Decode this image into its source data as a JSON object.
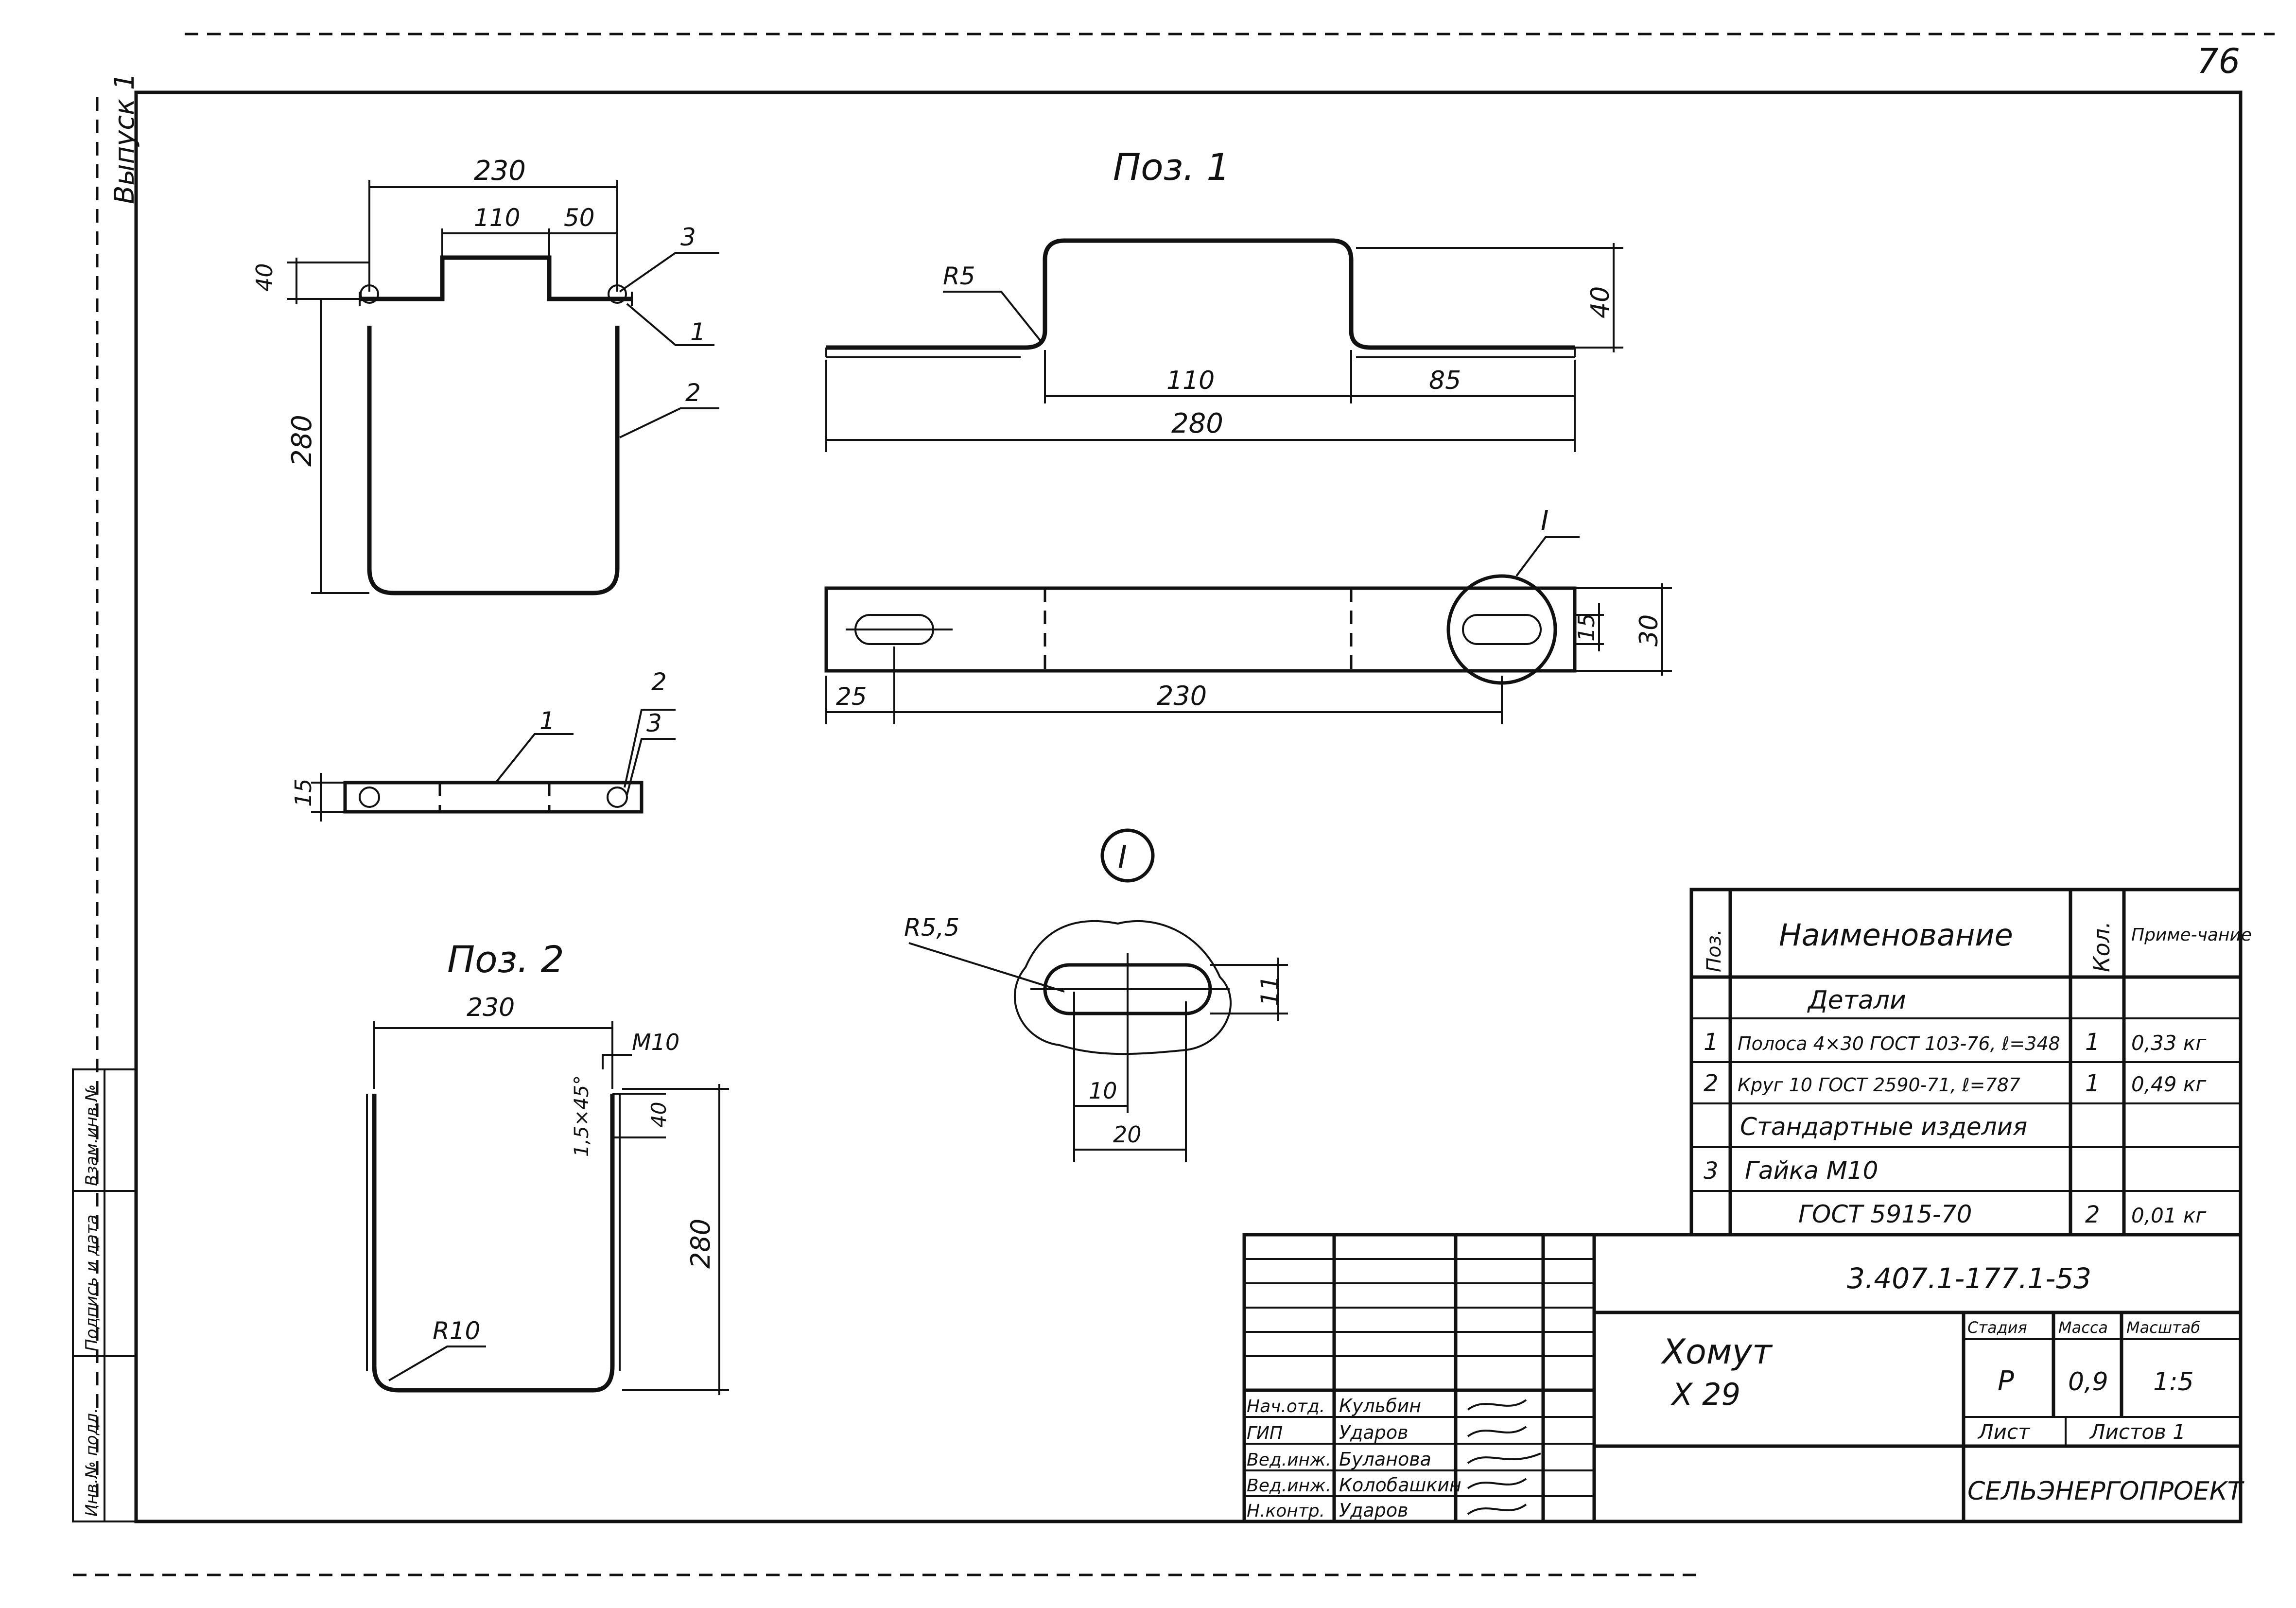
{
  "sheet_number": "76",
  "side_label": "Выпуск 1",
  "side_stamp": [
    "Инв.№ подл.",
    "Подпись и дата",
    "Взам.инв.№"
  ],
  "views": {
    "top_view": {
      "dims": [
        "230",
        "110",
        "50",
        "40",
        "280"
      ],
      "callouts": [
        "3",
        "1",
        "2"
      ]
    },
    "pos1": {
      "title": "Поз. 1",
      "dims": [
        "R5",
        "40",
        "110",
        "85",
        "280",
        "15",
        "30",
        "25",
        "230"
      ],
      "callout_detail": "I"
    },
    "side_view": {
      "dims": [
        "15"
      ],
      "callouts": [
        "1",
        "2",
        "3"
      ]
    },
    "pos2": {
      "title": "Поз. 2",
      "dims": [
        "230",
        "M10",
        "1,5×45°",
        "40",
        "280",
        "R10"
      ]
    },
    "detail": {
      "label": "I",
      "dims": [
        "R5,5",
        "11",
        "10",
        "20"
      ]
    }
  },
  "spec": {
    "headers": [
      "Поз.",
      "Наименование",
      "Кол.",
      "Приме-чание"
    ],
    "section_parts": "Детали",
    "rows": [
      {
        "pos": "1",
        "name": "Полоса 4×30 ГОСТ 103-76, ℓ=348",
        "qty": "1",
        "note": "0,33 кг"
      },
      {
        "pos": "2",
        "name": "Круг 10 ГОСТ 2590-71, ℓ=787",
        "qty": "1",
        "note": "0,49 кг"
      }
    ],
    "section_standard": "Стандартные изделия",
    "std_rows": [
      {
        "pos": "3",
        "name": "Гайка М10",
        "qty": "",
        "note": ""
      },
      {
        "pos": "",
        "name": "ГОСТ 5915-70",
        "qty": "2",
        "note": "0,01 кг"
      }
    ]
  },
  "title_block": {
    "doc_code": "3.407.1-177.1-53",
    "title_line1": "Хомут",
    "title_line2": "Х 29",
    "stage_label": "Стадия",
    "mass_label": "Масса",
    "scale_label": "Масштаб",
    "stage": "Р",
    "mass": "0,9",
    "scale": "1:5",
    "sheet_label": "Лист",
    "sheets_label": "Листов 1",
    "org": "СЕЛЬЭНЕРГОПРОЕКТ",
    "staff": [
      {
        "role": "Нач.отд.",
        "name": "Кульбин"
      },
      {
        "role": "ГИП",
        "name": "Ударов"
      },
      {
        "role": "Вед.инж.",
        "name": "Буланова"
      },
      {
        "role": "Вед.инж.",
        "name": "Колобашкин"
      },
      {
        "role": "Н.контр.",
        "name": "Ударов"
      }
    ]
  }
}
